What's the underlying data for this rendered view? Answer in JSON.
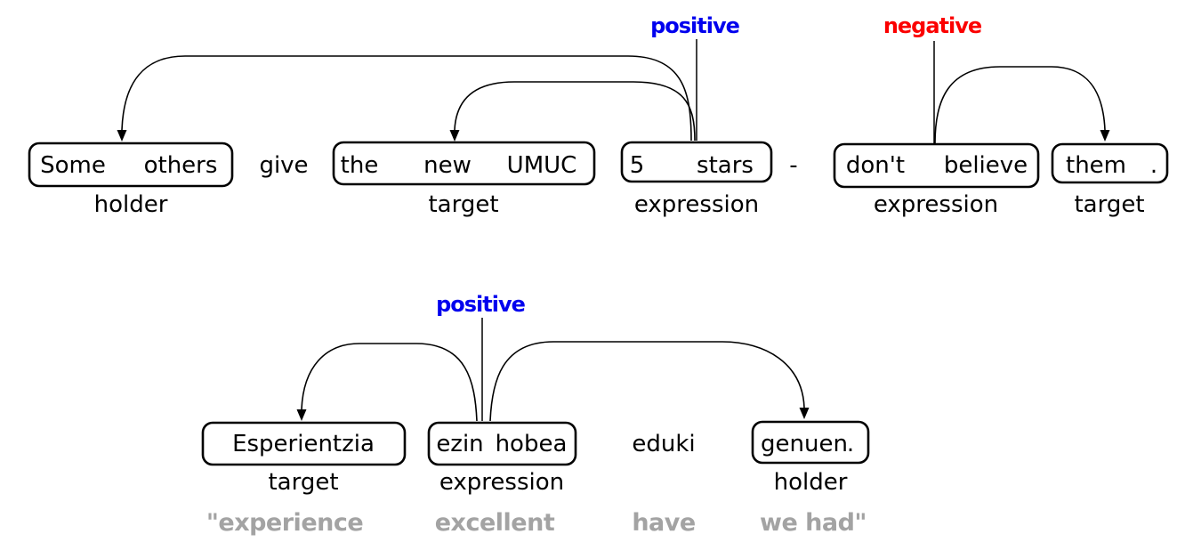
{
  "colors": {
    "positive": "#0000ee",
    "negative": "#fb0000",
    "gloss": "#a3a3a3"
  },
  "example1": {
    "tokens": {
      "some": "Some",
      "others": "others",
      "give": "give",
      "the": "the",
      "new": "new",
      "umuc": "UMUC",
      "five": "5",
      "stars": "stars",
      "dash": "-",
      "dont": "don't",
      "believe": "believe",
      "them": "them",
      "period": "."
    },
    "roles": [
      "holder",
      "target",
      "expression",
      "expression",
      "target"
    ],
    "sentiments": [
      "positive",
      "negative"
    ]
  },
  "example2": {
    "tokens": {
      "esperientzia": "Esperientzia",
      "ezin": "ezin",
      "hobea": "hobea",
      "eduki": "eduki",
      "genuen": "genuen",
      "period": "."
    },
    "roles": [
      "target",
      "expression",
      "holder"
    ],
    "sentiment": "positive",
    "gloss": [
      "\"experience",
      "excellent",
      "have",
      "we had\""
    ]
  }
}
